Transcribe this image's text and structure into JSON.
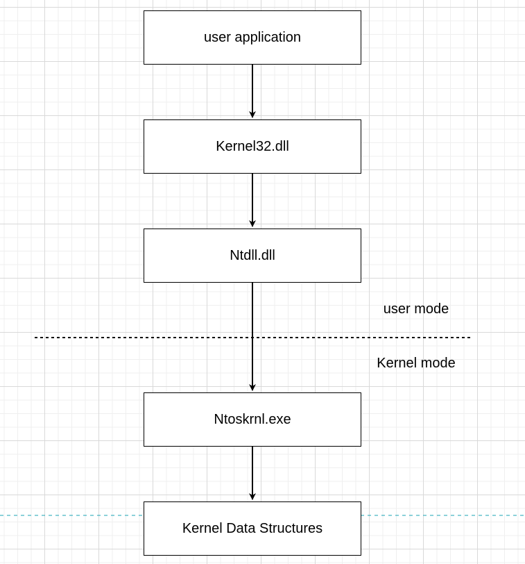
{
  "nodes": [
    {
      "id": "user-application",
      "label": "user application"
    },
    {
      "id": "kernel32",
      "label": "Kernel32.dll"
    },
    {
      "id": "ntdll",
      "label": "Ntdll.dll"
    },
    {
      "id": "ntoskrnl",
      "label": "Ntoskrnl.exe"
    },
    {
      "id": "kernel-data-structures",
      "label": "Kernel Data Structures"
    }
  ],
  "edges": [
    {
      "from": "user-application",
      "to": "kernel32"
    },
    {
      "from": "kernel32",
      "to": "ntdll"
    },
    {
      "from": "ntdll",
      "to": "ntoskrnl"
    },
    {
      "from": "ntoskrnl",
      "to": "kernel-data-structures"
    }
  ],
  "boundary": {
    "upper_label": "user mode",
    "lower_label": "Kernel mode"
  },
  "colors": {
    "node_border": "#000000",
    "arrow": "#000000",
    "mode_divider": "#000000",
    "guide_line": "#1aa3b5"
  }
}
